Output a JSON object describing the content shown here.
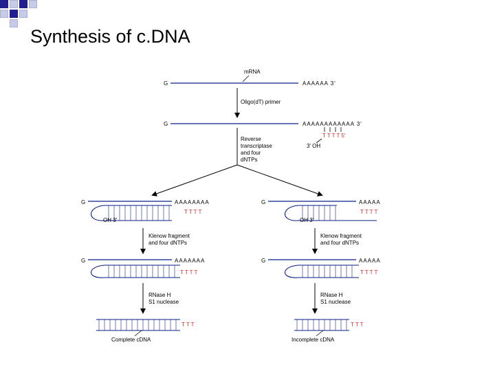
{
  "slide": {
    "title": "Synthesis of c.DNA"
  },
  "labels": {
    "mrna": "mRNA",
    "g": "G",
    "poly_a_top": "AAAAAA  3′",
    "poly_a_long": "AAAAAAAAAAAA  3′",
    "ttt5": "T T T T  5′",
    "three_oh": "3′  OH",
    "oligo": "Oligo(dT) primer",
    "rt": [
      "Reverse",
      "transcriptase",
      "and four",
      "dNTPs"
    ],
    "left_a": "AAAAAAAA",
    "right_a": "AAAAA",
    "tttt": "T T T T",
    "oh3": "OH  3′",
    "klenow": [
      "Klenow fragment",
      "and four dNTPs"
    ],
    "left_a2": "AAAAAAA",
    "right_a2": "AAAAA",
    "rnase": [
      "RNase H",
      "S1 nuclease"
    ],
    "ttt": "T T T",
    "complete": "Complete cDNA",
    "incomplete": "Incomplete cDNA"
  },
  "colors": {
    "strand": "#0b1d8a",
    "t_red": "#d42a2a",
    "accent": "#1f1f8f"
  }
}
